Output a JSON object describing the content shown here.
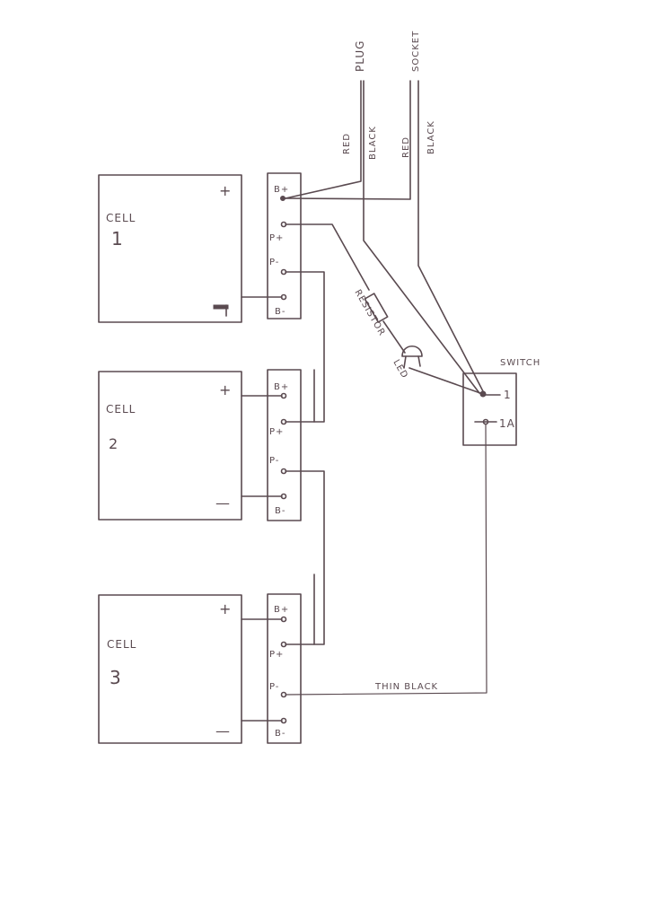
{
  "colors": {
    "ink": "#5a4a50",
    "paper": "#ffffff"
  },
  "cells": [
    {
      "label": "CELL",
      "number": "1",
      "plus": "+",
      "minus": "-"
    },
    {
      "label": "CELL",
      "number": "2",
      "plus": "+",
      "minus": "—"
    },
    {
      "label": "CELL",
      "number": "3",
      "plus": "+",
      "minus": "—"
    }
  ],
  "terminals": {
    "b_plus": "B+",
    "p_plus": "P+",
    "p_minus": "P-",
    "b_minus": "B-"
  },
  "wires": {
    "plug": "PLUG",
    "socket": "SOCKET",
    "plug_red": "RED",
    "plug_black": "BLACK",
    "socket_red": "RED",
    "socket_black": "BLACK",
    "thin_black": "THIN BLACK"
  },
  "components": {
    "resistor": "RESISTOR",
    "led": "LED",
    "switch": "SWITCH",
    "switch_pin_1": "1",
    "switch_pin_1a": "1A"
  }
}
